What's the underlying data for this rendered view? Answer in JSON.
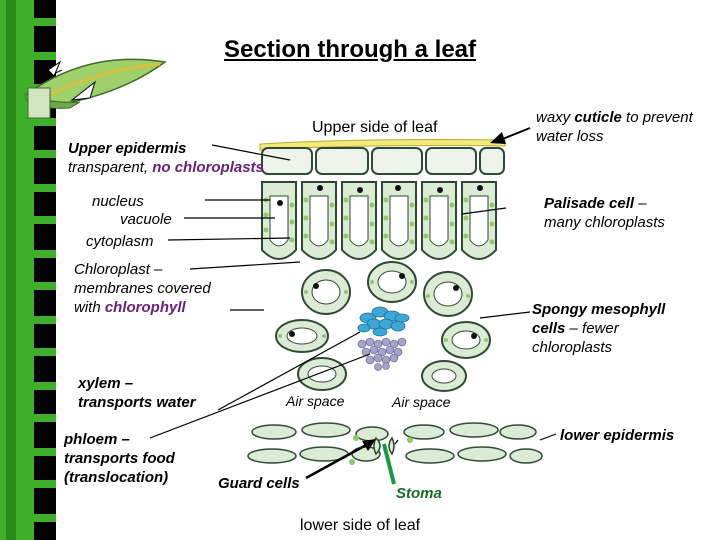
{
  "title": "Section through a leaf",
  "labels": {
    "upper_side": "Upper side of leaf",
    "lower_side": "lower side of leaf",
    "cuticle_1": "waxy ",
    "cuticle_2": "cuticle",
    "cuticle_3": " to prevent",
    "cuticle_4": "water loss",
    "upper_epidermis_1": "Upper epidermis",
    "upper_epidermis_2": "transparent, ",
    "upper_epidermis_3": "no chloroplasts",
    "nucleus": "nucleus",
    "vacuole": "vacuole",
    "cytoplasm": "cytoplasm",
    "palisade_1": "Palisade cell",
    "palisade_2": " –",
    "palisade_3": "many chloroplasts",
    "chloroplast_1": "Chloroplast –",
    "chloroplast_2": "membranes covered",
    "chloroplast_3": "with ",
    "chloroplast_4": "chlorophyll",
    "spongy_1": "Spongy mesophyll",
    "spongy_2": "cells",
    "spongy_3": " – fewer",
    "spongy_4": "chloroplasts",
    "xylem_1": "xylem –",
    "xylem_2": "transports water",
    "air_space_1": "Air space",
    "air_space_2": "Air space",
    "phloem_1": "phloem –",
    "phloem_2": "transports food",
    "phloem_3": "(translocation)",
    "guard_cells": "Guard cells",
    "stoma": "Stoma",
    "lower_epidermis": "lower epidermis"
  },
  "colors": {
    "stripe_green": "#3fae2a",
    "stripe_black": "#000000",
    "cell_fill": "#dcebd6",
    "cell_outline": "#2e4a32",
    "chloroplast": "#8fc86a",
    "label_purple": "#6a1f7a",
    "cuticle_yellow": "#f3ea7a",
    "xylem": "#3fa6d8",
    "phloem": "#a5a3c9"
  }
}
